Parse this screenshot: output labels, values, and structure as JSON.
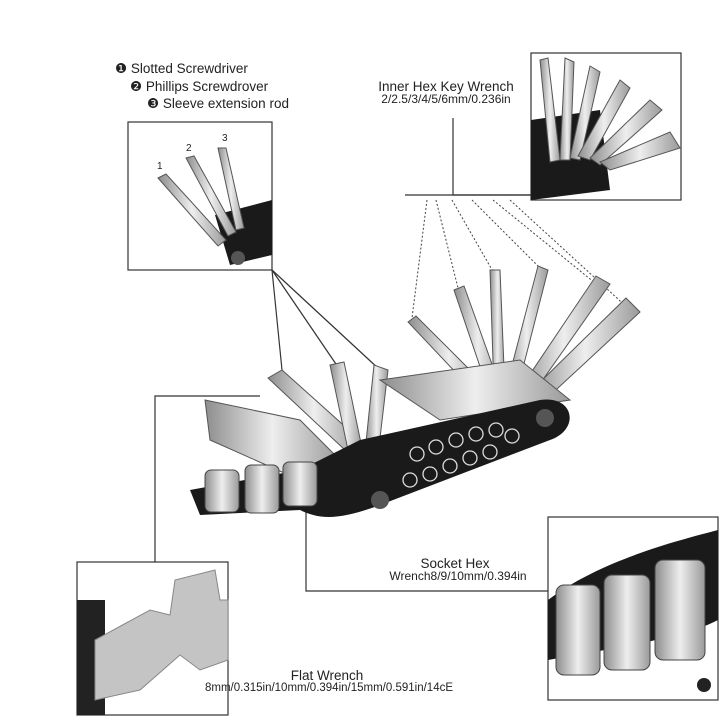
{
  "labels": {
    "slotted": {
      "num": "❶",
      "text": "Slotted Screwdriver"
    },
    "phillips": {
      "num": "❷",
      "text": "Phillips  Screwdrover"
    },
    "sleeve": {
      "num": "❸",
      "text": "Sleeve  extension rod"
    },
    "hex_title": "Inner Hex Key Wrench",
    "hex_sizes": "2/2.5/3/4/5/6mm/0.236in",
    "socket_title": "Socket Hex",
    "socket_sizes": "Wrench8/9/10mm/0.394in",
    "flat_title": "Flat Wrench",
    "flat_sizes": "8mm/0.315in/10mm/0.394in/15mm/0.591in/14cE"
  },
  "inset_numbers": [
    "1",
    "2",
    "3"
  ],
  "colors": {
    "body": "#1a1a1a",
    "metal": "#c9c9c9",
    "line": "#333333"
  }
}
